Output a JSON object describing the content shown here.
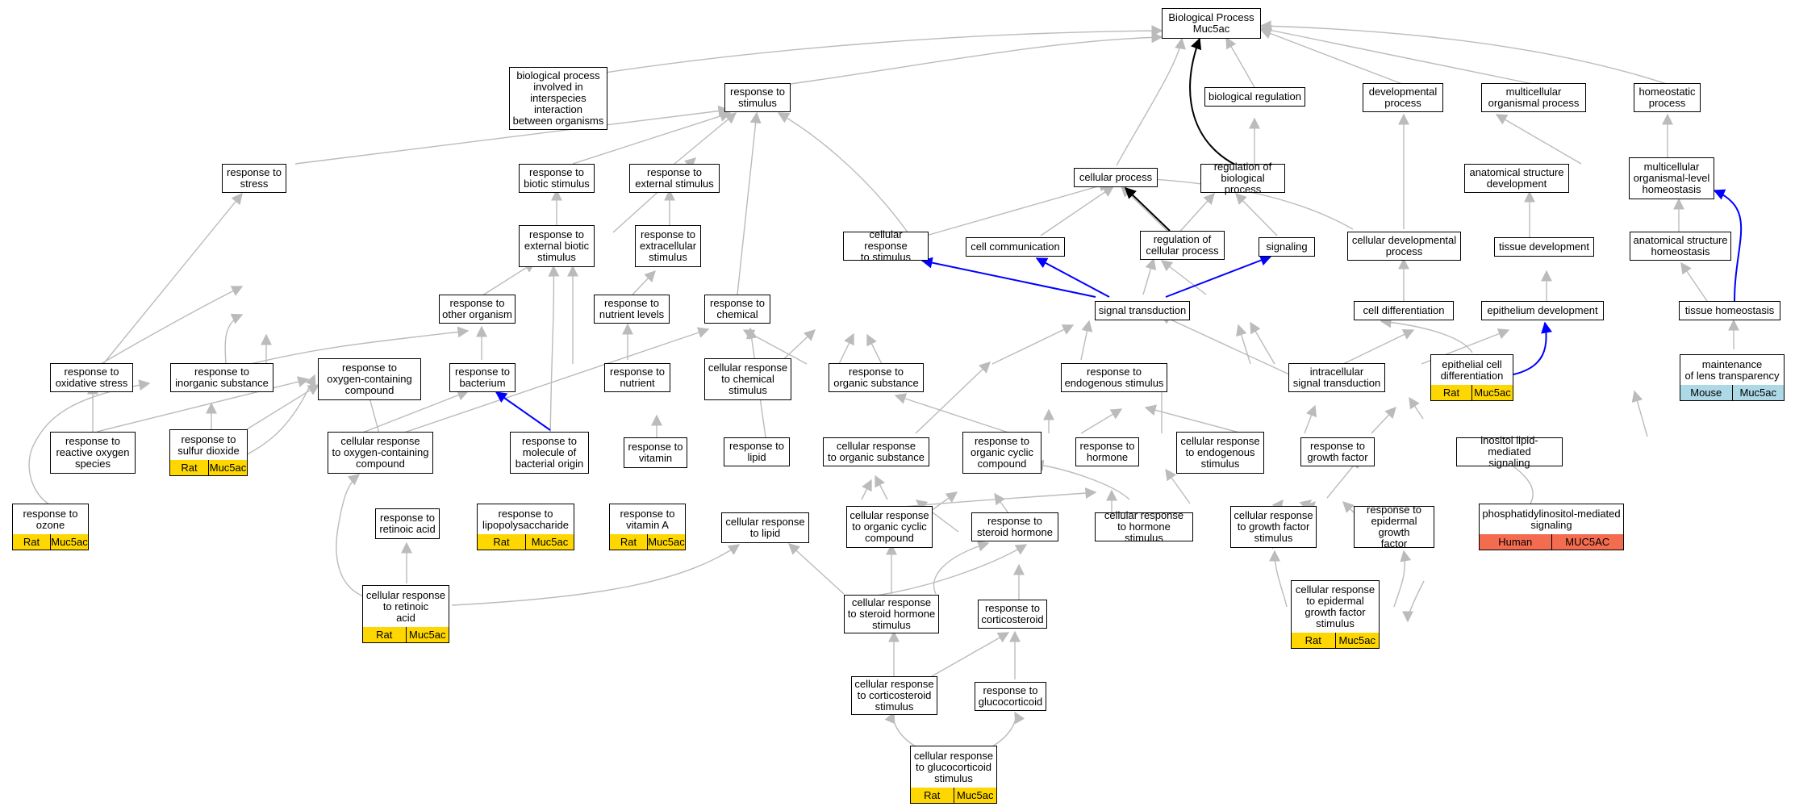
{
  "colors": {
    "edge_default": "#bbbbbb",
    "edge_regulates": "#000000",
    "edge_part_of": "#0000ff",
    "rat": "#ffd700",
    "mouse": "#add8e6",
    "human": "#f46c4f"
  },
  "nodes": [
    {
      "id": "root",
      "label": "Biological Process\nMuc5ac"
    },
    {
      "id": "bpinter",
      "label": "biological process\ninvolved in\ninterspecies\ninteraction\nbetween organisms"
    },
    {
      "id": "rstim",
      "label": "response to\nstimulus"
    },
    {
      "id": "bioreg",
      "label": "biological regulation"
    },
    {
      "id": "devproc",
      "label": "developmental\nprocess"
    },
    {
      "id": "multiproc",
      "label": "multicellular\norganismal process"
    },
    {
      "id": "homproc",
      "label": "homeostatic\nprocess"
    },
    {
      "id": "rstress",
      "label": "response to\nstress"
    },
    {
      "id": "rbiotic",
      "label": "response to\nbiotic stimulus"
    },
    {
      "id": "rextstim",
      "label": "response to\nexternal stimulus"
    },
    {
      "id": "cellproc",
      "label": "cellular process"
    },
    {
      "id": "regbio",
      "label": "regulation of\nbiological process"
    },
    {
      "id": "anatdev",
      "label": "anatomical structure\ndevelopment"
    },
    {
      "id": "multihom",
      "label": "multicellular\norganismal-level\nhomeostasis"
    },
    {
      "id": "rextbio",
      "label": "response to\nexternal biotic\nstimulus"
    },
    {
      "id": "rextracell",
      "label": "response to\nextracellular\nstimulus"
    },
    {
      "id": "cresstim",
      "label": "cellular response\nto stimulus"
    },
    {
      "id": "cellcomm",
      "label": "cell communication"
    },
    {
      "id": "regcell",
      "label": "regulation of\ncellular process"
    },
    {
      "id": "signaling",
      "label": "signaling"
    },
    {
      "id": "celldevproc",
      "label": "cellular developmental\nprocess"
    },
    {
      "id": "tissuedev",
      "label": "tissue development"
    },
    {
      "id": "anathom",
      "label": "anatomical structure\nhomeostasis"
    },
    {
      "id": "rother",
      "label": "response to\nother organism"
    },
    {
      "id": "rnutlev",
      "label": "response to\nnutrient levels"
    },
    {
      "id": "rchem",
      "label": "response to\nchemical"
    },
    {
      "id": "sigtrans",
      "label": "signal transduction"
    },
    {
      "id": "celldiff",
      "label": "cell differentiation"
    },
    {
      "id": "epidev",
      "label": "epithelium development"
    },
    {
      "id": "tissuehom",
      "label": "tissue homeostasis"
    },
    {
      "id": "roxstress",
      "label": "response to\noxidative stress"
    },
    {
      "id": "rinorg",
      "label": "response to\ninorganic substance"
    },
    {
      "id": "roxcomp",
      "label": "response to\noxygen-containing\ncompound"
    },
    {
      "id": "rbact",
      "label": "response to\nbacterium"
    },
    {
      "id": "rnut",
      "label": "response to\nnutrient"
    },
    {
      "id": "crchem",
      "label": "cellular response\nto chemical\nstimulus"
    },
    {
      "id": "rorgsub",
      "label": "response to\norganic substance"
    },
    {
      "id": "rendo",
      "label": "response to\nendogenous stimulus"
    },
    {
      "id": "intrasig",
      "label": "intracellular\nsignal transduction"
    },
    {
      "id": "epicelldiff",
      "label": "epithelial cell\ndifferentiation",
      "annotation": {
        "cls": "rat",
        "species": "Rat",
        "gene": "Muc5ac"
      }
    },
    {
      "id": "lens",
      "label": "maintenance\nof lens transparency",
      "annotation": {
        "cls": "mouse",
        "species": "Mouse",
        "gene": "Muc5ac"
      }
    },
    {
      "id": "rros",
      "label": "response to\nreactive oxygen\nspecies"
    },
    {
      "id": "rso2",
      "label": "response to\nsulfur dioxide",
      "annotation": {
        "cls": "rat",
        "species": "Rat",
        "gene": "Muc5ac"
      }
    },
    {
      "id": "croxcomp",
      "label": "cellular response\nto oxygen-containing\ncompound"
    },
    {
      "id": "rmolbact",
      "label": "response to\nmolecule of\nbacterial origin"
    },
    {
      "id": "rvit",
      "label": "response to\nvitamin"
    },
    {
      "id": "rlipid",
      "label": "response to\nlipid"
    },
    {
      "id": "crorgsub",
      "label": "cellular response\nto organic substance"
    },
    {
      "id": "rorgcyc",
      "label": "response to\norganic cyclic\ncompound"
    },
    {
      "id": "rhorm",
      "label": "response to\nhormone"
    },
    {
      "id": "crendo",
      "label": "cellular response\nto endogenous\nstimulus"
    },
    {
      "id": "rgrowth",
      "label": "response to\ngrowth factor"
    },
    {
      "id": "inositol",
      "label": "inositol lipid-mediated\nsignaling"
    },
    {
      "id": "rozone",
      "label": "response to\nozone",
      "annotation": {
        "cls": "rat",
        "species": "Rat",
        "gene": "Muc5ac"
      }
    },
    {
      "id": "rretacid",
      "label": "response to\nretinoic acid"
    },
    {
      "id": "rlps",
      "label": "response to\nlipopolysaccharide",
      "annotation": {
        "cls": "rat",
        "species": "Rat",
        "gene": "Muc5ac"
      }
    },
    {
      "id": "rvita",
      "label": "response to\nvitamin A",
      "annotation": {
        "cls": "rat",
        "species": "Rat",
        "gene": "Muc5ac"
      }
    },
    {
      "id": "crlipid",
      "label": "cellular response\nto lipid"
    },
    {
      "id": "crorgcyc",
      "label": "cellular response\nto organic cyclic\ncompound"
    },
    {
      "id": "rsteroid",
      "label": "response to\nsteroid hormone"
    },
    {
      "id": "crhorm",
      "label": "cellular response\nto hormone stimulus"
    },
    {
      "id": "crgrowth",
      "label": "cellular response\nto growth factor\nstimulus"
    },
    {
      "id": "regf",
      "label": "response to\nepidermal growth\nfactor"
    },
    {
      "id": "pims",
      "label": "phosphatidylinositol-mediated\nsignaling",
      "annotation": {
        "cls": "human",
        "species": "Human",
        "gene": "MUC5AC"
      }
    },
    {
      "id": "crretacid",
      "label": "cellular response\nto retinoic\nacid",
      "annotation": {
        "cls": "rat",
        "species": "Rat",
        "gene": "Muc5ac"
      }
    },
    {
      "id": "crsteroid",
      "label": "cellular response\nto steroid hormone\nstimulus"
    },
    {
      "id": "crcegf",
      "label": "cellular response\nto epidermal\ngrowth factor\nstimulus",
      "annotation": {
        "cls": "rat",
        "species": "Rat",
        "gene": "Muc5ac"
      }
    },
    {
      "id": "rcortico",
      "label": "response to\ncorticosteroid"
    },
    {
      "id": "crcortico",
      "label": "cellular response\nto corticosteroid\nstimulus"
    },
    {
      "id": "rgluco",
      "label": "response to\nglucocorticoid"
    },
    {
      "id": "crgluco",
      "label": "cellular response\nto glucocorticoid\nstimulus",
      "annotation": {
        "cls": "rat",
        "species": "Rat",
        "gene": "Muc5ac"
      }
    }
  ]
}
